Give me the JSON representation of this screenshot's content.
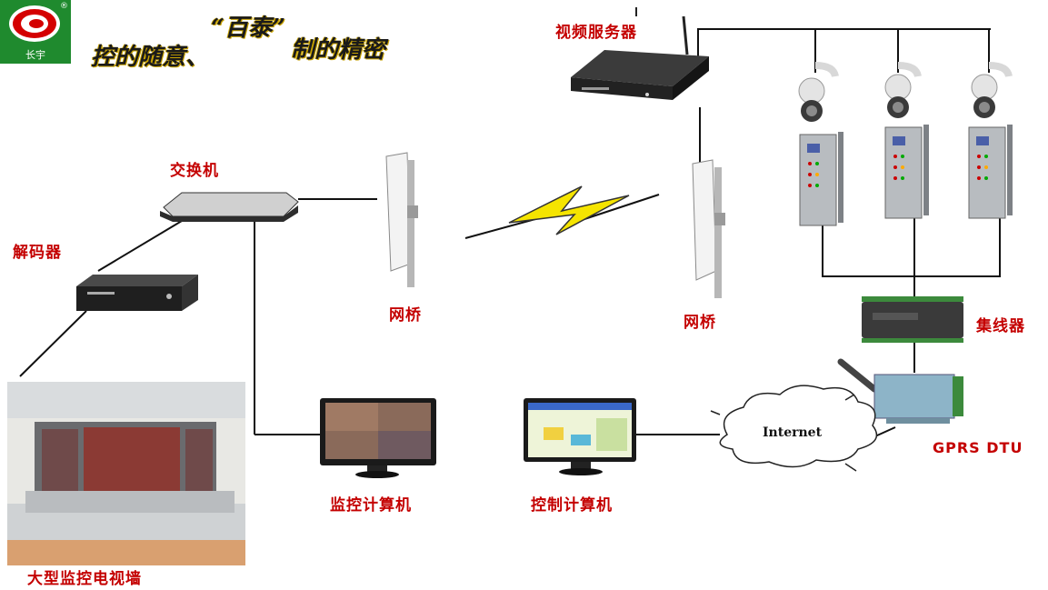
{
  "logo": {
    "text": "长宇",
    "mark": "®"
  },
  "slogan": {
    "brand": "“百泰”",
    "line_left": "控的随意、",
    "line_right": "制的精密"
  },
  "nodes": {
    "video_server": "视频服务器",
    "switch": "交换机",
    "decoder": "解码器",
    "bridge_left": "网桥",
    "bridge_right": "网桥",
    "concentrator": "集线器",
    "gprs_dtu": "GPRS DTU",
    "monitor_pc": "监控计算机",
    "control_pc": "控制计算机",
    "video_wall": "大型监控电视墙",
    "internet": "Internet"
  },
  "colors": {
    "label": "#c40000",
    "line": "#111111",
    "lightning_fill": "#f5e400",
    "logo_bg": "#1f8a2e"
  }
}
